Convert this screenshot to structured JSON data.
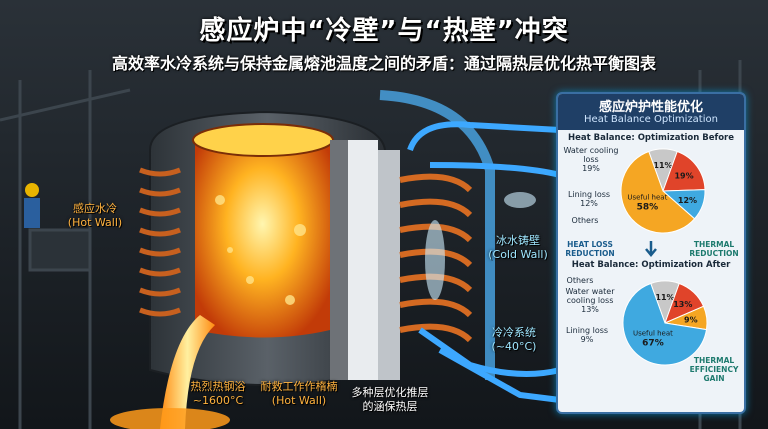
{
  "title": "感应炉中“冷壁”与“热壁”冲突",
  "subtitle": "高效率水冷系统与保持金属熔池温度之间的矛盾：通过隔热层优化热平衡图表",
  "labels": {
    "hot_wall_left": [
      "感应水冷",
      "(Hot Wall)"
    ],
    "cold_wall": [
      "冰水铸壁",
      "(Cold Wall)"
    ],
    "cooling_system": [
      "冷冷系统",
      "(~40°C)"
    ],
    "melt_bath": [
      "热烈热钢浴",
      "~1600°C"
    ],
    "refractory": [
      "耐救工作作楕楠",
      "(Hot Wall)"
    ],
    "insulation_layers": [
      "多种层优化推层",
      "的涵保热层"
    ]
  },
  "panel": {
    "title_cn": "感应炉护性能优化",
    "title_en": "Heat Balance Optimization",
    "heat_loss_reduction": [
      "HEAT LOSS",
      "REDUCTION"
    ],
    "thermal_reduction": [
      "THERMAL",
      "REDUCTION"
    ],
    "thermal_efficiency_gain": [
      "THERMAL",
      "EFFICIENCY",
      "GAIN"
    ]
  },
  "chart_data": [
    {
      "type": "pie",
      "title": "Heat Balance: Optimization Before",
      "slices": [
        {
          "name": "Water cooling loss",
          "value": 19,
          "label": "19%",
          "color": "#e0442a"
        },
        {
          "name": "Lining loss",
          "value": 12,
          "label": "12%",
          "color": "#3fa9e0"
        },
        {
          "name": "Others",
          "value": 11,
          "label": "11%",
          "color": "#c8c8c8"
        },
        {
          "name": "Useful heat",
          "value": 58,
          "label": "58%",
          "color": "#f5a623"
        }
      ]
    },
    {
      "type": "pie",
      "title": "Heat Balance: Optimization After",
      "slices": [
        {
          "name": "Water water cooling loss",
          "value": 13,
          "label": "13%",
          "color": "#e0442a"
        },
        {
          "name": "Lining loss",
          "value": 9,
          "label": "9%",
          "color": "#f5a623"
        },
        {
          "name": "Others",
          "value": 11,
          "label": "11%",
          "color": "#c8c8c8"
        },
        {
          "name": "Useful heat",
          "value": 67,
          "label": "67%",
          "color": "#3fa9e0"
        }
      ]
    }
  ]
}
